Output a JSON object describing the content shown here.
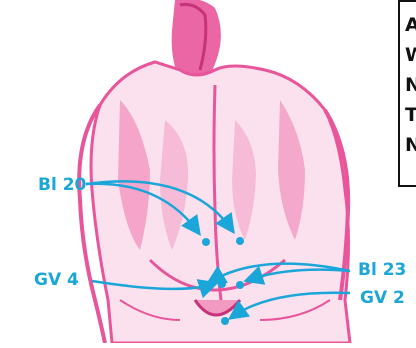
{
  "labels": {
    "bl20": "Bl 20",
    "gv4": "GV 4",
    "bl23": "Bl 23",
    "gv2": "GV 2"
  },
  "info_box": {
    "lines": [
      "A",
      "W",
      "N",
      "T",
      "N"
    ]
  },
  "colors": {
    "figure": "#e8559a",
    "figure_light": "#f7c4dc",
    "accent": "#1aa6d9",
    "box_border": "#111111"
  }
}
